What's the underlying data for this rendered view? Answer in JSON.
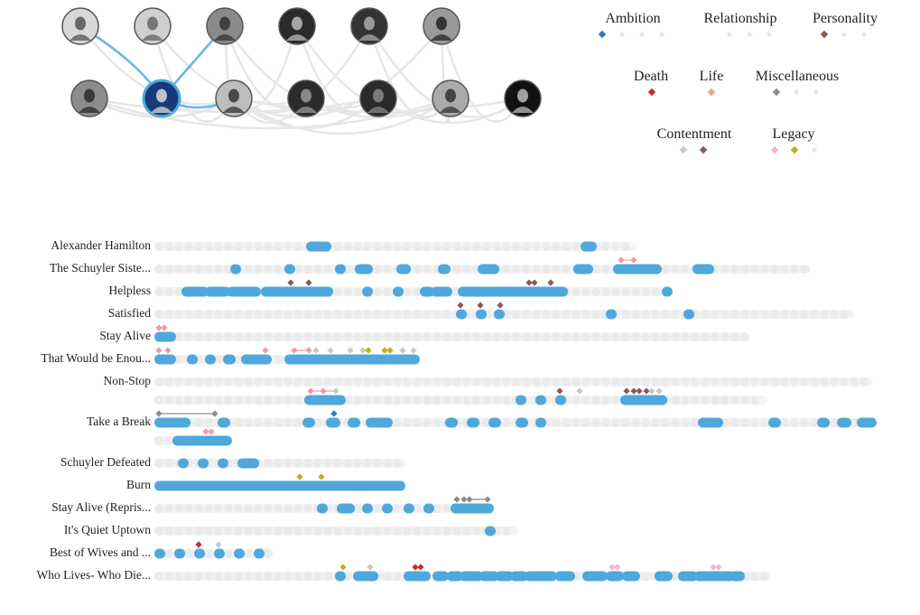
{
  "colors": {
    "highlight": "#4fa8dc",
    "track": "#ebebeb",
    "link": "#e6e6e6",
    "ambition": "#2b7bb9",
    "personality": "#8a5a52",
    "death": "#cc2a2a",
    "life": "#f29a9e",
    "miscellaneous": "#8c8c8c",
    "contentment": "#c8c8c8",
    "legacy": "#b8b21c",
    "legacy_pink": "#f6b6c6",
    "faint": "#e4e4e4"
  },
  "characters": [
    {
      "name": "character-1",
      "selected": false
    },
    {
      "name": "character-2",
      "selected": false
    },
    {
      "name": "character-3",
      "selected": false
    },
    {
      "name": "character-4",
      "selected": false
    },
    {
      "name": "character-5",
      "selected": false
    },
    {
      "name": "character-6",
      "selected": false
    },
    {
      "name": "character-7",
      "selected": false
    },
    {
      "name": "character-8",
      "selected": true
    },
    {
      "name": "character-9",
      "selected": false
    },
    {
      "name": "character-10",
      "selected": false
    },
    {
      "name": "character-11",
      "selected": false
    },
    {
      "name": "character-12",
      "selected": false
    },
    {
      "name": "character-13",
      "selected": false
    }
  ],
  "themes": [
    {
      "label": "Ambition",
      "markers": [
        "ambition",
        "faint",
        "faint",
        "faint"
      ]
    },
    {
      "label": "Relationship",
      "markers": [
        "faint",
        "faint",
        "faint"
      ]
    },
    {
      "label": "Personality",
      "markers": [
        "personality",
        "faint",
        "faint"
      ]
    },
    {
      "label": "Death",
      "markers": [
        "death"
      ]
    },
    {
      "label": "Life",
      "markers": [
        "life"
      ]
    },
    {
      "label": "Miscellaneous",
      "markers": [
        "miscellaneous",
        "faint",
        "faint"
      ]
    },
    {
      "label": "Contentment",
      "markers": [
        "contentment",
        "personality"
      ]
    },
    {
      "label": "Legacy",
      "markers": [
        "legacy_pink",
        "legacy",
        "faint"
      ]
    }
  ],
  "songs": [
    {
      "title": "Alexander Hamilton"
    },
    {
      "title": "The Schuyler Siste..."
    },
    {
      "title": "Helpless"
    },
    {
      "title": "Satisfied"
    },
    {
      "title": "Stay Alive"
    },
    {
      "title": "That Would be Enou..."
    },
    {
      "title": "Non-Stop"
    },
    {
      "title": "Take a Break"
    },
    {
      "title": "Schuyler Defeated"
    },
    {
      "title": "Burn"
    },
    {
      "title": "Stay Alive (Repris..."
    },
    {
      "title": "It's Quiet Uptown"
    },
    {
      "title": "Best of Wives and ..."
    },
    {
      "title": "Who Lives- Who Die..."
    }
  ]
}
